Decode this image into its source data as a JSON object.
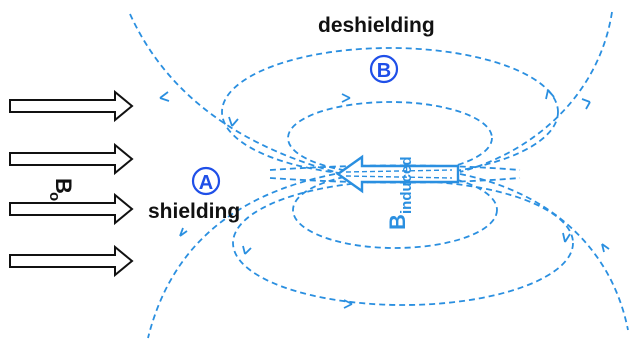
{
  "labels": {
    "deshielding": "deshielding",
    "shielding": "shielding",
    "region_a": "A",
    "region_b": "B",
    "b0_main": "B",
    "b0_sub": "o",
    "binduced_main": "B",
    "binduced_sub": "induced"
  },
  "colors": {
    "field_line": "#2a8fe0",
    "region_marker": "#1f4fe8",
    "text": "#111111",
    "arrow_outline": "#111111"
  },
  "icons": {
    "external_field_arrow": "hollow-right-arrow",
    "induced_field_arrow": "hollow-left-arrow"
  }
}
